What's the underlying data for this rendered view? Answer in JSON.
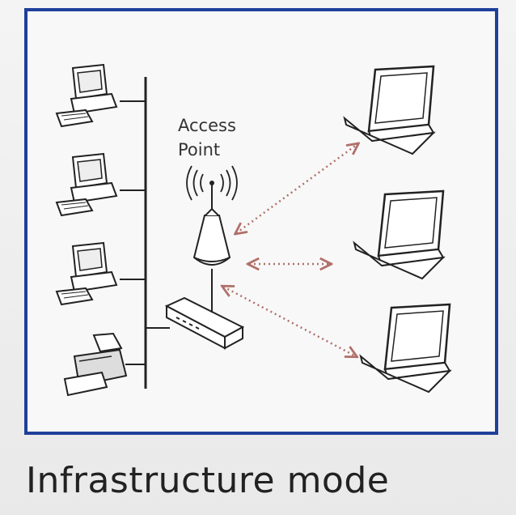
{
  "diagram": {
    "access_point_label_line1": "Access",
    "access_point_label_line2": "Point"
  },
  "caption": "Infrastructure mode",
  "colors": {
    "frame_border": "#1f3f9a",
    "wireless_link": "#b0706a",
    "line_art": "#222222"
  }
}
